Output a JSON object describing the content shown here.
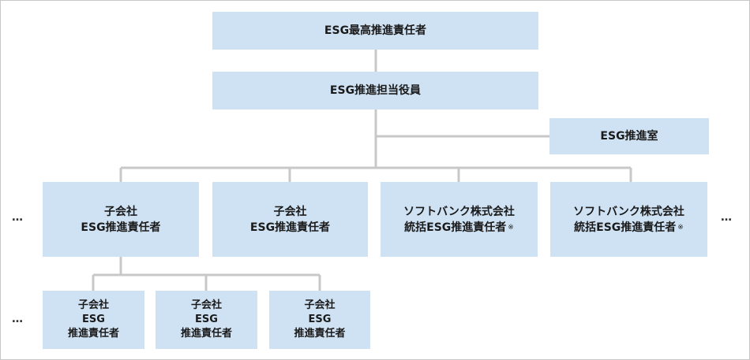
{
  "nodes": {
    "top": {
      "line1": "ESG最高推進責任者"
    },
    "officer": {
      "line1": "ESG推進担当役員"
    },
    "office": {
      "line1": "ESG推進室"
    },
    "sub1": {
      "line1": "子会社",
      "line2": "ESG推進責任者"
    },
    "sub2": {
      "line1": "子会社",
      "line2": "ESG推進責任者"
    },
    "sb1": {
      "line1": "ソフトバンク株式会社",
      "line2": "統括ESG推進責任者",
      "note": "※"
    },
    "sb2": {
      "line1": "ソフトバンク株式会社",
      "line2": "統括ESG推進責任者",
      "note": "※"
    },
    "child1": {
      "line1": "子会社",
      "line2": "ESG",
      "line3": "推進責任者"
    },
    "child2": {
      "line1": "子会社",
      "line2": "ESG",
      "line3": "推進責任者"
    },
    "child3": {
      "line1": "子会社",
      "line2": "ESG",
      "line3": "推進責任者"
    }
  },
  "ellipsis": "…",
  "colors": {
    "box": "#cfe2f3",
    "line": "#c8c8c8",
    "border": "#c8c8c8"
  }
}
